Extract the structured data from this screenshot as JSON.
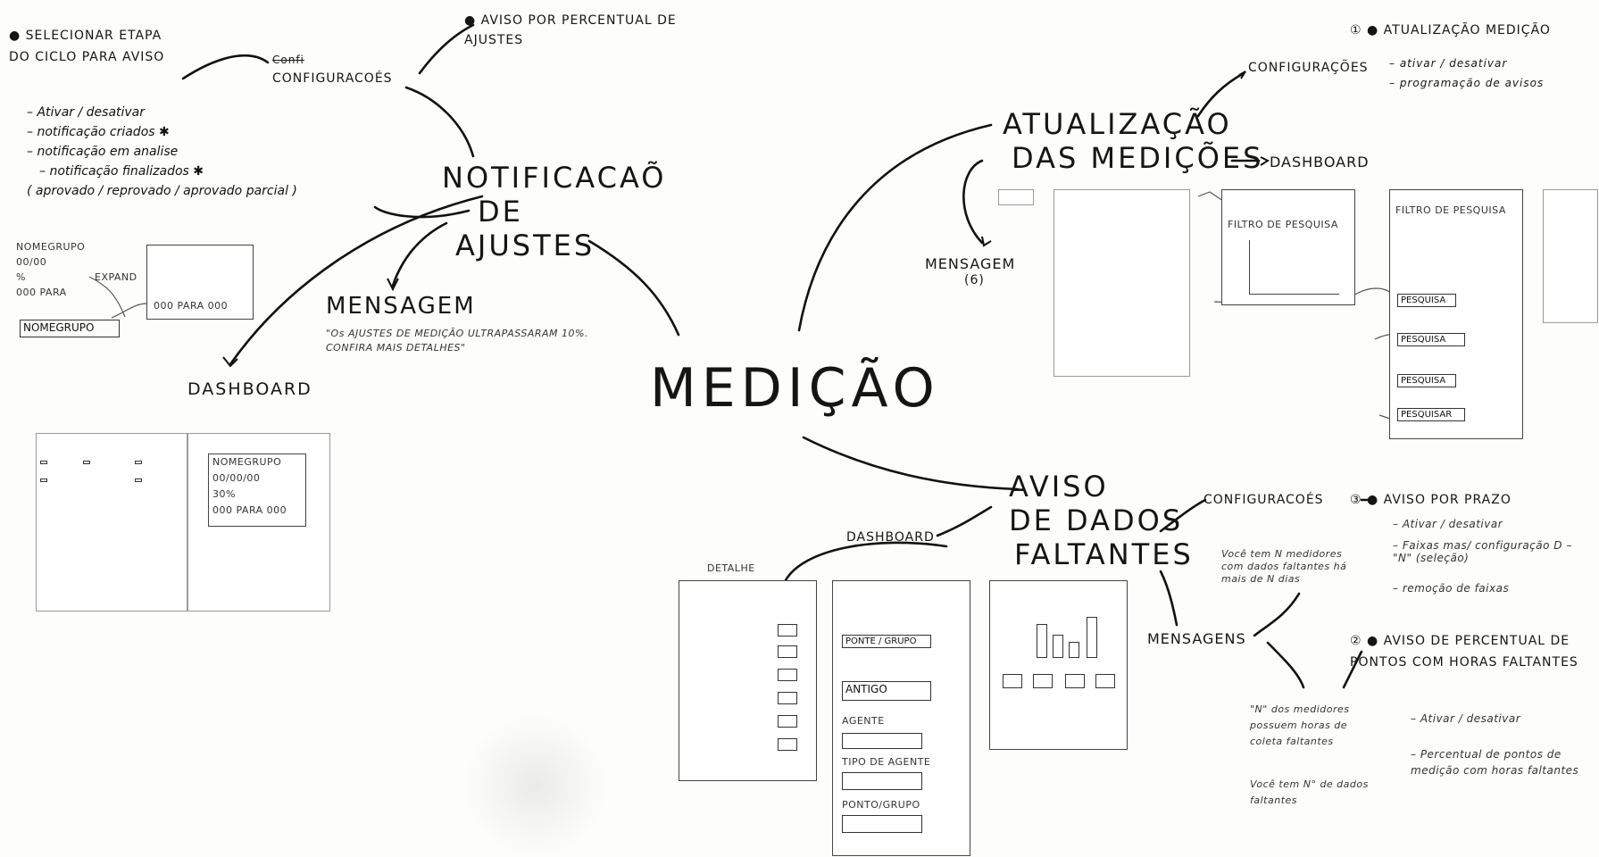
{
  "center": {
    "title": "MEDIÇÃO"
  },
  "notificacao": {
    "title_lines": [
      "NOTIFICACAÕ",
      "DE",
      "AJUSTES"
    ],
    "config_label": "CONFIGURACOÉS",
    "config_struck": "Confi",
    "selecionar_etapa": "● SELECIONAR ETAPA DO CICLO PARA AVISO",
    "aviso_percentual": "● AVISO POR PERCENTUAL DE AJUSTES",
    "options": [
      "– Ativar / desativar",
      "– notificação criados ✱",
      "– notificação em analise",
      "– notificação finalizados ✱",
      "( aprovado / reprovado / aprovado parcial )"
    ],
    "mensagem_title": "MENSAGEM",
    "mensagem_text": "\"Os AJUSTES DE MEDIÇÃO ULTRAPASSARAM 10%. CONFIRA MAIS DETALHES\"",
    "dashboard_title": "DASHBOARD",
    "expand_label": "EXPAND",
    "nome_grupo": "NOMEGRUPO",
    "card_lines": [
      "NOMEGRUPO",
      "00/00/00",
      "30%",
      "000 PARA 000"
    ]
  },
  "atualizacao": {
    "title_lines": [
      "ATUALIZAÇÃO",
      "DAS MEDIÇÕES"
    ],
    "dashboard_label": "DASHBOARD",
    "heading": "① ● ATUALIZAÇÃO MEDIÇÃO",
    "config_label": "CONFIGURAÇÕES",
    "config_items": [
      "– ativar / desativar",
      "– programação de avisos"
    ],
    "mensagem_title": "MENSAGEM",
    "mensagem_count": "(6)",
    "screen_labels": [
      "FILTRO DE PESQUISA",
      "PESQUISA",
      "PESQUISAR"
    ]
  },
  "aviso_dados": {
    "title_lines": [
      "AVISO",
      "DE DADOS",
      "FALTANTES"
    ],
    "config_label": "CONFIGURACOÉS",
    "dashboard_label": "DASHBOARD",
    "mensagens_label": "MENSAGENS",
    "detalhe_label": "DETALHE",
    "config_note": "Você tem N medidores com dados faltantes há mais de N dias",
    "msg_note_1": "\"N\" dos medidores possuem horas de coleta faltantes",
    "msg_note_2": "Você tem N° de dados faltantes",
    "option1_title": "③ ● AVISO POR PRAZO",
    "option1_items": [
      "– Ativar / desativar",
      "– Faixas mas/ configuração D – \"N\" (seleção)",
      "– remoção de faixas"
    ],
    "option2_title": "② ● AVISO DE PERCENTUAL DE PONTOS COM HORAS FALTANTES",
    "option2_items": [
      "– Ativar / desativar",
      "– Percentual de pontos de medição com horas faltantes"
    ],
    "form_labels": [
      "AGENTE",
      "TIPO DE AGENTE",
      "PONTO/GRUPO",
      "ANTIGO",
      "PONTE / GRUPO"
    ]
  }
}
